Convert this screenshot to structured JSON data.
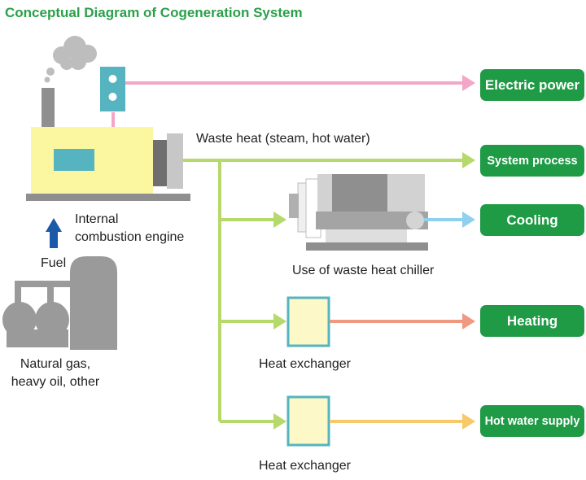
{
  "title": "Conceptual Diagram of Cogeneration System",
  "labels": {
    "waste_heat": "Waste heat (steam, hot water)",
    "engine_line1": "Internal",
    "engine_line2": "combustion engine",
    "fuel": "Fuel",
    "fuel_source_line1": "Natural gas,",
    "fuel_source_line2": "heavy oil, other",
    "chiller": "Use of waste heat chiller",
    "heat_exchanger_1": "Heat exchanger",
    "heat_exchanger_2": "Heat exchanger"
  },
  "outputs": {
    "electric_power": "Electric power",
    "system_process": "System process",
    "cooling": "Cooling",
    "heating": "Heating",
    "hot_water_supply": "Hot water supply"
  },
  "colors": {
    "title_green": "#2aa04a",
    "pill_green": "#1f9a45",
    "electric_line": "#f4a6c8",
    "waste_heat_line": "#b5d96a",
    "cooling_line": "#8fd0ef",
    "heating_line": "#ef9a80",
    "hot_water_line": "#f7c96a",
    "engine_body": "#fbf7a0",
    "panel_teal": "#55b4bf",
    "machine_gray": "#9a9a9a",
    "fuel_arrow": "#1a5aa8"
  }
}
